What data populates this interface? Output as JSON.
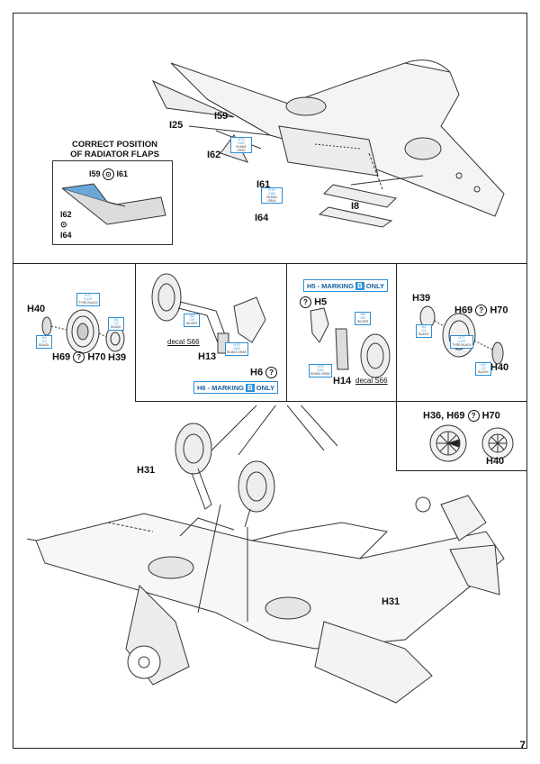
{
  "page_number": "7",
  "top_section": {
    "radiator_title_line1": "CORRECT POSITION",
    "radiator_title_line2": "OF RADIATOR FLAPS",
    "inset_labels": {
      "i59_i61": "I59",
      "i61": "I61",
      "i62": "I62",
      "i64": "I64"
    },
    "part_labels": {
      "i25": "I25",
      "i59": "I59",
      "i62": "I62",
      "i61": "I61",
      "i64": "I64",
      "i8": "I8"
    },
    "paint_chips": [
      {
        "code": "H70",
        "sub": "C60",
        "name": "RLM02 GRAY"
      },
      {
        "code": "H70",
        "sub": "C60",
        "name": "RLM02 GRAY"
      }
    ]
  },
  "left_wheel": {
    "labels": {
      "h40": "H40",
      "h69": "H69",
      "h70": "H70",
      "h39": "H39"
    },
    "paint_chips": [
      {
        "code": "H77",
        "sub": "C137",
        "name": "TYRE BLACK"
      },
      {
        "code": "H2",
        "sub": "C2",
        "name": "BLACK"
      },
      {
        "code": "H2",
        "sub": "C2",
        "name": "BLACK"
      }
    ]
  },
  "left_leg": {
    "labels": {
      "h13": "H13",
      "h6": "H6"
    },
    "decal": "decal S66",
    "marking_badge": {
      "prefix": "H6 -",
      "text": "MARKING",
      "letter": "B",
      "suffix": "ONLY"
    },
    "paint_chips": [
      {
        "code": "H8",
        "sub": "C8",
        "name": "SILVER"
      },
      {
        "code": "H70",
        "sub": "C60",
        "name": "RLM02 GRAY"
      }
    ]
  },
  "right_leg": {
    "marking_badge": {
      "prefix": "H5 -",
      "text": "MARKING",
      "letter": "B",
      "suffix": "ONLY"
    },
    "labels": {
      "h5": "H5",
      "h14": "H14"
    },
    "decal": "decal S66",
    "paint_chips": [
      {
        "code": "H8",
        "sub": "C8",
        "name": "SILVER"
      },
      {
        "code": "H70",
        "sub": "C60",
        "name": "RLM02 GRAY"
      }
    ]
  },
  "right_wheel": {
    "labels": {
      "h39": "H39",
      "h69": "H69",
      "h70": "H70",
      "h40": "H40"
    },
    "paint_chips": [
      {
        "code": "H2",
        "sub": "C2",
        "name": "BLACK"
      },
      {
        "code": "H77",
        "sub": "C137",
        "name": "TYRE BLACK"
      },
      {
        "code": "H2",
        "sub": "C2",
        "name": "BLACK"
      }
    ]
  },
  "detail_box": {
    "title_a": "H36, H69",
    "title_b": "H70",
    "label_h40": "H40"
  },
  "main_view": {
    "h31_left": "H31",
    "h31_right": "H31"
  },
  "colors": {
    "frame": "#222222",
    "paint_blue": "#2b8fd6",
    "line": "#333333"
  }
}
